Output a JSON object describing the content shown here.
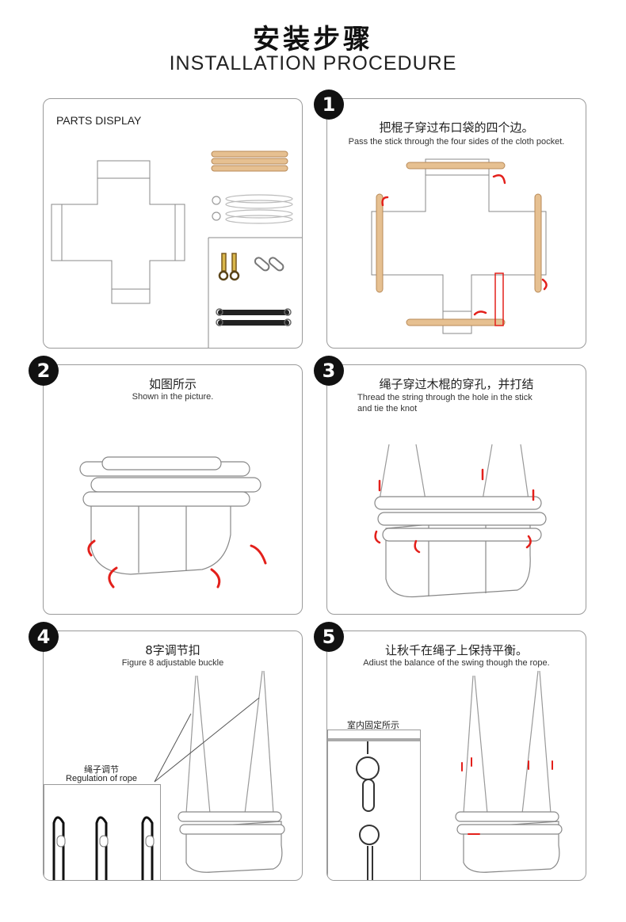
{
  "header": {
    "title_cn": "安装步骤",
    "title_en": "INSTALLATION PROCEDURE"
  },
  "parts": {
    "label": "PARTS DISPLAY"
  },
  "steps": [
    {
      "number": "1",
      "cn": "把棍子穿过布口袋的四个边。",
      "en": "Pass the stick through the four sides of the cloth pocket."
    },
    {
      "number": "2",
      "cn": "如图所示",
      "en": "Shown in the picture."
    },
    {
      "number": "3",
      "cn": "绳子穿过木棍的穿孔，并打结",
      "en_line1": "Thread the string through the hole in the stick",
      "en_line2": "and tie the knot"
    },
    {
      "number": "4",
      "cn": "8字调节扣",
      "en": "Figure 8 adjustable buckle",
      "inset_cn": "绳子调节",
      "inset_en": "Regulation of rope"
    },
    {
      "number": "5",
      "cn": "让秋千在绳子上保持平衡。",
      "en": "Adiust the balance of the swing though the rope.",
      "inset_cn": "室内固定所示"
    }
  ],
  "colors": {
    "wood": "#e0b98a",
    "wood_dark": "#c89a66",
    "arrow": "#e3201b",
    "line": "#777777"
  }
}
